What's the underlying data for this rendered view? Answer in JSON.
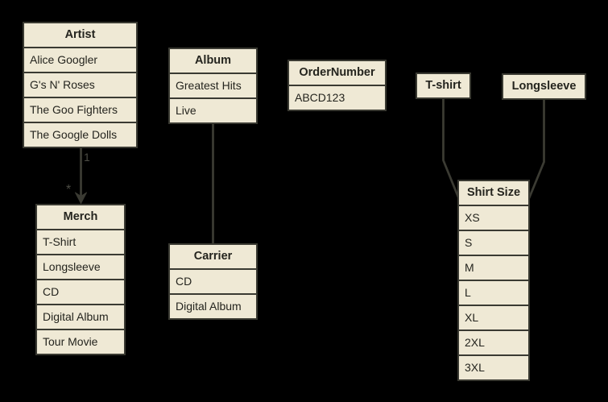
{
  "theme": {
    "canvas_bg": "#000000",
    "node_fill": "#efe9d5",
    "node_border": "#3a3a32",
    "node_text": "#24241e",
    "edge_color": "#3b3b33",
    "edge_label_color": "#4d4d45"
  },
  "entities": {
    "artist": {
      "title": "Artist",
      "rows": [
        "Alice Googler",
        "G's N' Roses",
        "The Goo Fighters",
        "The Google Dolls"
      ]
    },
    "merch": {
      "title": "Merch",
      "rows": [
        "T-Shirt",
        "Longsleeve",
        "CD",
        "Digital Album",
        "Tour Movie"
      ]
    },
    "album": {
      "title": "Album",
      "rows": [
        "Greatest Hits",
        "Live"
      ]
    },
    "carrier": {
      "title": "Carrier",
      "rows": [
        "CD",
        "Digital Album"
      ]
    },
    "order_number": {
      "title": "OrderNumber",
      "rows": [
        "ABCD123"
      ]
    },
    "tshirt": {
      "title": "T-shirt",
      "rows": []
    },
    "longsleeve": {
      "title": "Longsleeve",
      "rows": []
    },
    "shirt_size": {
      "title": "Shirt Size",
      "rows": [
        "XS",
        "S",
        "M",
        "L",
        "XL",
        "2XL",
        "3XL"
      ]
    }
  },
  "edges": {
    "artist_merch": {
      "source_label": "1",
      "target_label": "*"
    }
  }
}
